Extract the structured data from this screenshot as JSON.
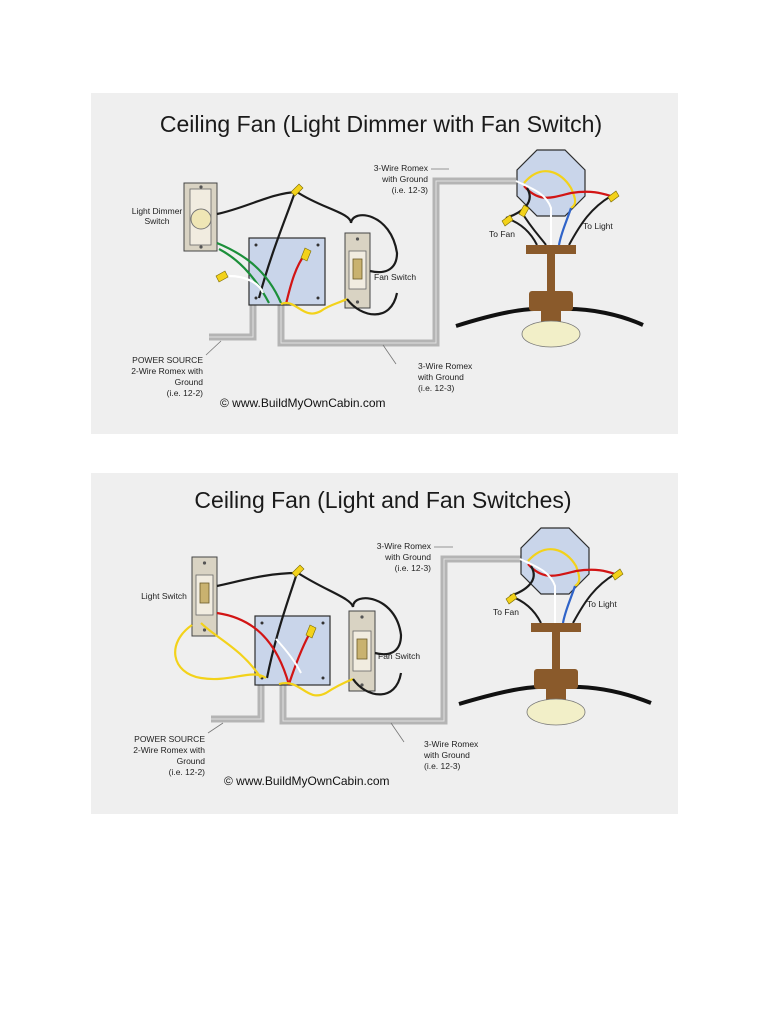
{
  "colors": {
    "panel_bg": "#efefef",
    "cable_gray": "#b4b4b4",
    "box_blue": "#c9d5ea",
    "wire_black": "#1b1b1b",
    "wire_red": "#d21414",
    "wire_green": "#1c8f3a",
    "wire_yellow": "#f3d21a",
    "wire_blue": "#2f63c8",
    "wire_white": "#ffffff",
    "fan_brown": "#8a5a2b",
    "light_globe": "#f2efc8"
  },
  "diagrams": [
    {
      "title": "Ceiling Fan (Light Dimmer with Fan Switch)",
      "switch1_label": [
        "Light Dimmer",
        "Switch"
      ],
      "switch2_label": "Fan Switch",
      "cable_top_label": [
        "3-Wire Romex",
        "with Ground",
        "(i.e. 12-3)"
      ],
      "cable_bottom_label": [
        "3-Wire Romex",
        "with Ground",
        "(i.e. 12-3)"
      ],
      "power_label": [
        "POWER SOURCE",
        "2-Wire Romex with",
        "Ground",
        "(i.e. 12-2)"
      ],
      "to_fan": "To Fan",
      "to_light": "To Light",
      "copyright": "© www.BuildMyOwnCabin.com"
    },
    {
      "title": "Ceiling Fan (Light and Fan Switches)",
      "switch1_label": [
        "Light Switch"
      ],
      "switch2_label": "Fan Switch",
      "cable_top_label": [
        "3-Wire Romex",
        "with Ground",
        "(i.e. 12-3)"
      ],
      "cable_bottom_label": [
        "3-Wire Romex",
        "with Ground",
        "(i.e. 12-3)"
      ],
      "power_label": [
        "POWER SOURCE",
        "2-Wire Romex with",
        "Ground",
        "(i.e. 12-2)"
      ],
      "to_fan": "To Fan",
      "to_light": "To Light",
      "copyright": "© www.BuildMyOwnCabin.com"
    }
  ]
}
